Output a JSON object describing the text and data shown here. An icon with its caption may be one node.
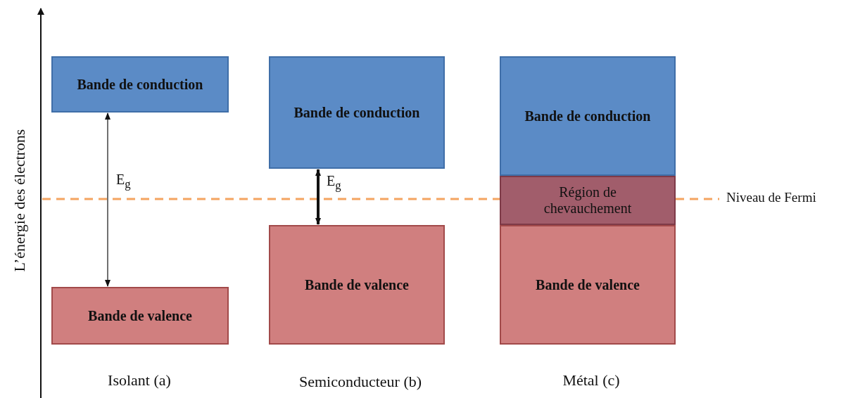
{
  "diagram": {
    "nodes": [
      {
        "text": [
          "Bande de conduction"
        ]
      },
      {
        "text": [
          "Bande de valence"
        ]
      },
      {
        "text": [
          "Bande de conduction"
        ]
      },
      {
        "text": [
          "Bande de valence"
        ]
      },
      {
        "text": [
          "Bande de conduction"
        ]
      },
      {
        "text": [
          "Région de chevauchement"
        ]
      },
      {
        "text": [
          "Bande de valence"
        ]
      }
    ],
    "edges": [
      {
        "from": 0,
        "to": 1,
        "arrow": "both",
        "label": "E$_{g}$"
      },
      {
        "from": 2,
        "to": 3,
        "arrow": "both",
        "label": "E$_{g}$",
        "style": "thick"
      }
    ],
    "labels": [
      "L’énergie des électrons",
      "Niveau de Fermi",
      "Isolant (a)",
      "Semiconducteur (b)",
      "Métal (c)"
    ]
  }
}
